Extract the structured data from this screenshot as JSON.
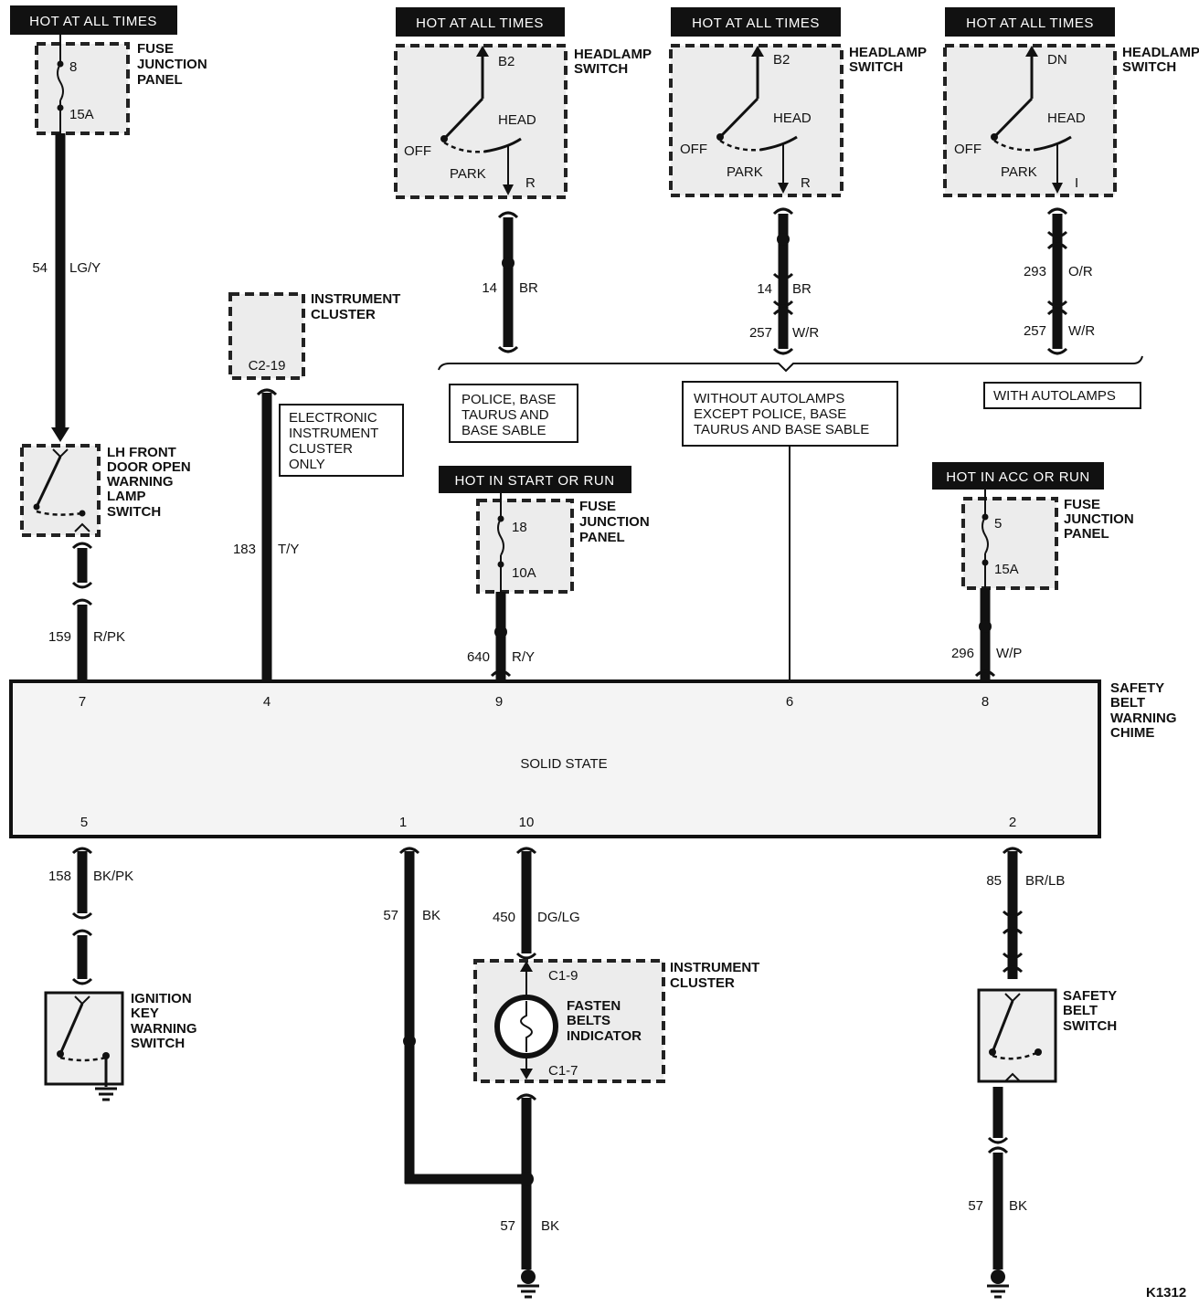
{
  "hot_labels": {
    "hot_fuse8": "HOT AT ALL TIMES",
    "hot_hl1": "HOT AT ALL TIMES",
    "hot_hl2": "HOT AT ALL TIMES",
    "hot_hl3": "HOT AT ALL TIMES",
    "hot_fuse18": "HOT IN START OR RUN",
    "hot_fuse5": "HOT IN ACC OR RUN"
  },
  "fuse_junction_panel_top": {
    "line1": "FUSE",
    "line2": "JUNCTION",
    "line3": "PANEL",
    "fuse_number": "8",
    "rating": "15A"
  },
  "fuse_junction_panel_start_run": {
    "line1": "FUSE",
    "line2": "JUNCTION",
    "line3": "PANEL",
    "fuse_number": "18",
    "rating": "10A"
  },
  "fuse_junction_panel_acc_run": {
    "line1": "FUSE",
    "line2": "JUNCTION",
    "line3": "PANEL",
    "fuse_number": "5",
    "rating": "15A"
  },
  "headlamp_switch_1": {
    "line1": "HEADLAMP",
    "line2": "SWITCH",
    "term_top": "B2",
    "head": "HEAD",
    "off": "OFF",
    "park": "PARK",
    "term_bottom": "R"
  },
  "headlamp_switch_2": {
    "line1": "HEADLAMP",
    "line2": "SWITCH",
    "term_top": "B2",
    "head": "HEAD",
    "off": "OFF",
    "park": "PARK",
    "term_bottom": "R"
  },
  "headlamp_switch_3": {
    "line1": "HEADLAMP",
    "line2": "SWITCH",
    "term_top": "DN",
    "head": "HEAD",
    "off": "OFF",
    "park": "PARK",
    "term_bottom": "I"
  },
  "instrument_cluster_top": {
    "line1": "INSTRUMENT",
    "line2": "CLUSTER",
    "pin": "C2-19"
  },
  "electronic_cluster_note": {
    "line1": "ELECTRONIC",
    "line2": "INSTRUMENT",
    "line3": "CLUSTER",
    "line4": "ONLY"
  },
  "lh_door_switch": {
    "line1": "LH FRONT",
    "line2": "DOOR OPEN",
    "line3": "WARNING",
    "line4": "LAMP",
    "line5": "SWITCH"
  },
  "wires": {
    "w54": {
      "circuit": "54",
      "color": "LG/Y"
    },
    "w159": {
      "circuit": "159",
      "color": "R/PK"
    },
    "w183": {
      "circuit": "183",
      "color": "T/Y"
    },
    "w14a": {
      "circuit": "14",
      "color": "BR"
    },
    "w14b": {
      "circuit": "14",
      "color": "BR"
    },
    "w257a": {
      "circuit": "257",
      "color": "W/R"
    },
    "w293": {
      "circuit": "293",
      "color": "O/R"
    },
    "w257b": {
      "circuit": "257",
      "color": "W/R"
    },
    "w640": {
      "circuit": "640",
      "color": "R/Y"
    },
    "w296": {
      "circuit": "296",
      "color": "W/P"
    },
    "w158": {
      "circuit": "158",
      "color": "BK/PK"
    },
    "w57a": {
      "circuit": "57",
      "color": "BK"
    },
    "w450": {
      "circuit": "450",
      "color": "DG/LG"
    },
    "w57b": {
      "circuit": "57",
      "color": "BK"
    },
    "w85": {
      "circuit": "85",
      "color": "BR/LB"
    },
    "w57c": {
      "circuit": "57",
      "color": "BK"
    }
  },
  "options": {
    "police": {
      "line1": "POLICE, BASE",
      "line2": "TAURUS AND",
      "line3": "BASE SABLE"
    },
    "without_autolamps": {
      "line1": "WITHOUT AUTOLAMPS",
      "line2": "EXCEPT POLICE, BASE",
      "line3": "TAURUS AND BASE SABLE"
    },
    "with_autolamps": {
      "line1": "WITH AUTOLAMPS"
    }
  },
  "chime": {
    "line1": "SAFETY",
    "line2": "BELT",
    "line3": "WARNING",
    "line4": "CHIME",
    "center": "SOLID STATE",
    "pins_top": [
      "7",
      "4",
      "9",
      "6",
      "8"
    ],
    "pins_bottom": [
      "5",
      "1",
      "10",
      "2"
    ]
  },
  "ignition_switch": {
    "line1": "IGNITION",
    "line2": "KEY",
    "line3": "WARNING",
    "line4": "SWITCH"
  },
  "instrument_cluster_bottom": {
    "line1": "INSTRUMENT",
    "line2": "CLUSTER",
    "pin_top": "C1-9",
    "pin_bottom": "C1-7",
    "ind1": "FASTEN",
    "ind2": "BELTS",
    "ind3": "INDICATOR"
  },
  "safety_belt_switch": {
    "line1": "SAFETY",
    "line2": "BELT",
    "line3": "SWITCH"
  },
  "figure_code": "K1312"
}
